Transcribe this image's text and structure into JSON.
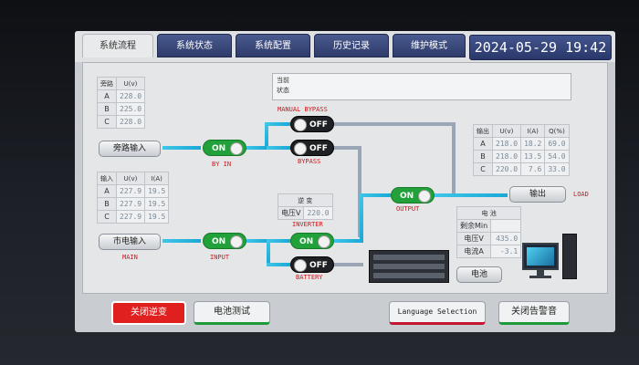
{
  "tabs": [
    "系统流程",
    "系统状态",
    "系统配置",
    "历史记录",
    "维护模式"
  ],
  "datetime": "2024-05-29 19:42",
  "status": {
    "label": "当前状态",
    "value": ""
  },
  "bypass_table": {
    "headers": [
      "旁路",
      "U(v)"
    ],
    "rows": [
      [
        "A",
        "228.0"
      ],
      [
        "B",
        "225.0"
      ],
      [
        "C",
        "228.0"
      ]
    ]
  },
  "main_table": {
    "headers": [
      "输入",
      "U(v)",
      "I(A)"
    ],
    "rows": [
      [
        "A",
        "227.9",
        "19.5"
      ],
      [
        "B",
        "227.9",
        "19.5"
      ],
      [
        "C",
        "227.9",
        "19.5"
      ]
    ]
  },
  "output_table": {
    "headers": [
      "输出",
      "U(v)",
      "I(A)",
      "Q(%)"
    ],
    "rows": [
      [
        "A",
        "218.0",
        "18.2",
        "69.0"
      ],
      [
        "B",
        "218.0",
        "13.5",
        "54.0"
      ],
      [
        "C",
        "220.0",
        "7.6",
        "33.0"
      ]
    ]
  },
  "inverter_table": {
    "title": "逆 变",
    "rows": [
      [
        "电压V",
        "220.0"
      ]
    ]
  },
  "battery_table": {
    "title": "电 池",
    "rows": [
      [
        "剩余Min",
        ""
      ],
      [
        "电压V",
        "435.0"
      ],
      [
        "电流A",
        "-3.1"
      ]
    ]
  },
  "buttons": {
    "bypass_input": "旁路输入",
    "mains_input": "市电输入",
    "output": "输出",
    "battery": "电池"
  },
  "switches": {
    "by_in": "ON",
    "manual_bypass": "OFF",
    "bypass": "OFF",
    "input": "ON",
    "inverter": "ON",
    "battery": "OFF",
    "output": "ON"
  },
  "labels": {
    "by_in": "BY IN",
    "manual_bypass": "MANUAL BYPASS",
    "bypass": "BYPASS",
    "inverter": "INVERTER",
    "battery": "BATTERY",
    "output": "OUTPUT",
    "load": "LOAD",
    "main": "MAIN",
    "input": "INPUT"
  },
  "bottom": {
    "shutdown_inverter": "关闭逆变",
    "battery_test": "电池测试",
    "language": "Language Selection",
    "mute_alarm": "关闭告警音"
  },
  "colors": {
    "on": "#22a03a",
    "off": "#1e2024",
    "pipe": "#1aa8d6",
    "label": "#d1161b",
    "alarm_button": "#e0201e"
  }
}
